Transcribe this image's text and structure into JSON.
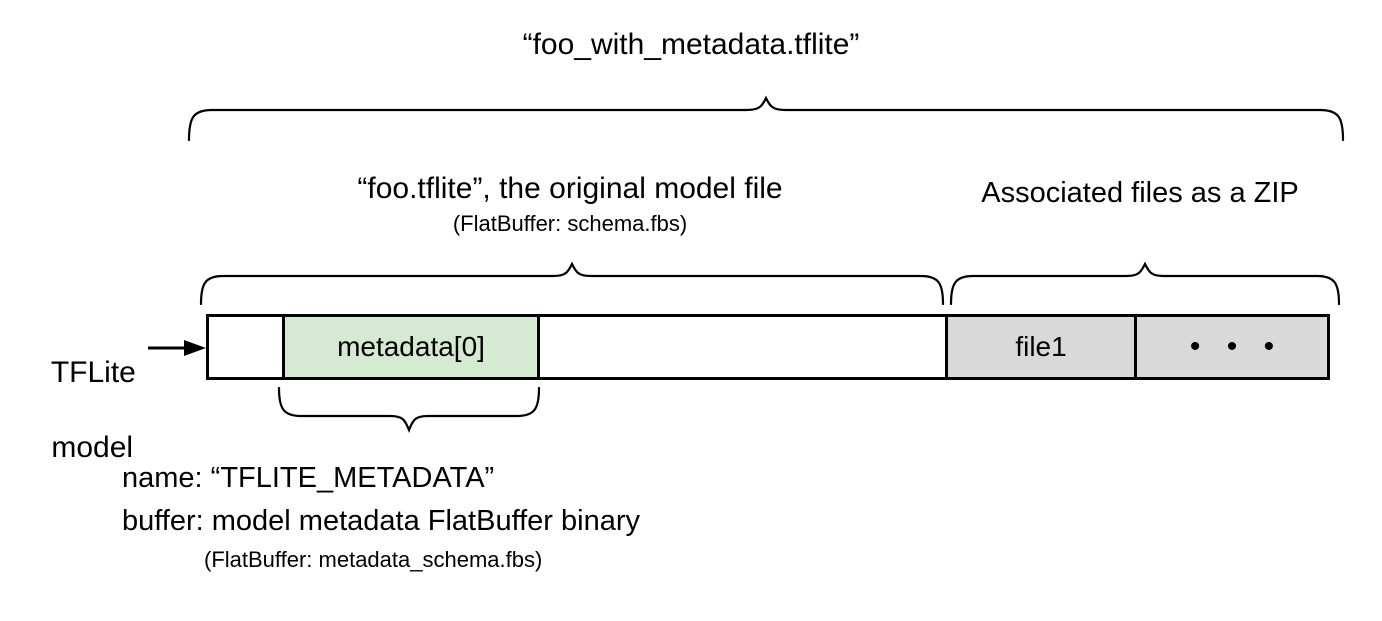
{
  "diagram": {
    "title": "“foo_with_metadata.tflite”",
    "side_label_line1": "TFLite",
    "side_label_line2": "model",
    "captions": {
      "model_main": "“foo.tflite”, the original model file",
      "model_sub": "(FlatBuffer: schema.fbs)",
      "zip": "Associated files as a ZIP"
    },
    "strip_cells": [
      {
        "label": "",
        "fill": "#ffffff",
        "name": "cell-blank-left"
      },
      {
        "label": "metadata[0]",
        "fill": "#d6e9d3",
        "name": "cell-metadata-0"
      },
      {
        "label": "",
        "fill": "#ffffff",
        "name": "cell-blank-middle"
      },
      {
        "label": "file1",
        "fill": "#d9d9d9",
        "name": "cell-file1"
      },
      {
        "label": "• • •",
        "fill": "#d9d9d9",
        "name": "cell-ellipsis"
      }
    ],
    "metadata_description": {
      "line1": "name: “TFLITE_METADATA”",
      "line2": "buffer: model metadata FlatBuffer binary",
      "line3": "(FlatBuffer: metadata_schema.fbs)"
    },
    "icons": {
      "arrow": "arrow-right-icon",
      "brace_top": "curly-brace-up-icon",
      "brace_model": "curly-brace-up-icon",
      "brace_zip": "curly-brace-up-icon",
      "brace_metadata": "curly-brace-down-icon"
    },
    "colors": {
      "stroke": "#000000",
      "metadata_fill": "#d6e9d3",
      "zip_fill": "#d9d9d9",
      "background": "#ffffff"
    }
  }
}
